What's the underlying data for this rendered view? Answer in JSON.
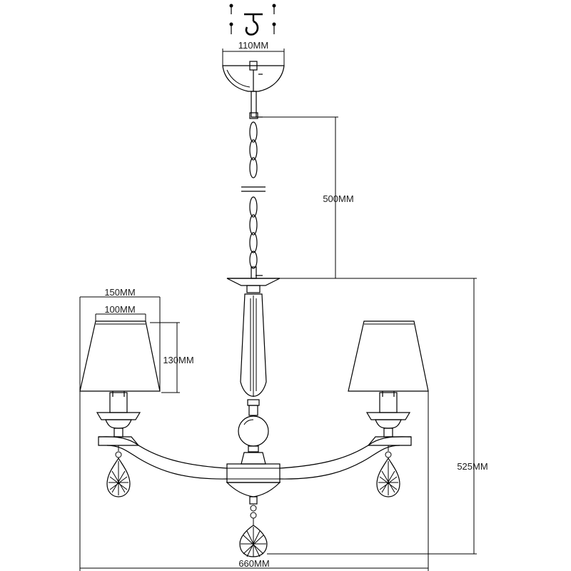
{
  "dimensions": {
    "canopy_width": "110MM",
    "chain_length": "500MM",
    "shade_bottom_width": "150MM",
    "shade_top_width": "100MM",
    "shade_height": "130MM",
    "body_height": "525MM",
    "overall_width": "660MM"
  },
  "colors": {
    "line": "#000000",
    "background": "#ffffff"
  }
}
